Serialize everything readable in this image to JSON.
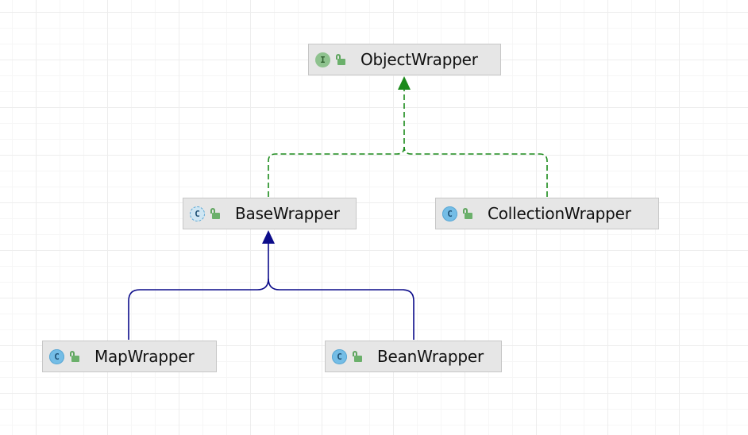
{
  "diagram": {
    "nodes": [
      {
        "id": "object-wrapper",
        "label": "ObjectWrapper",
        "kind": "interface",
        "kind_glyph": "I",
        "visibility": "public"
      },
      {
        "id": "base-wrapper",
        "label": "BaseWrapper",
        "kind": "abstract-class",
        "kind_glyph": "C",
        "visibility": "public"
      },
      {
        "id": "collection-wrapper",
        "label": "CollectionWrapper",
        "kind": "class",
        "kind_glyph": "C",
        "visibility": "public"
      },
      {
        "id": "map-wrapper",
        "label": "MapWrapper",
        "kind": "class",
        "kind_glyph": "C",
        "visibility": "public"
      },
      {
        "id": "bean-wrapper",
        "label": "BeanWrapper",
        "kind": "class",
        "kind_glyph": "C",
        "visibility": "public"
      }
    ],
    "edges": [
      {
        "from": "base-wrapper",
        "to": "object-wrapper",
        "type": "implements",
        "color": "#1a8a1a"
      },
      {
        "from": "collection-wrapper",
        "to": "object-wrapper",
        "type": "implements",
        "color": "#1a8a1a"
      },
      {
        "from": "map-wrapper",
        "to": "base-wrapper",
        "type": "extends",
        "color": "#0c0c8a"
      },
      {
        "from": "bean-wrapper",
        "to": "base-wrapper",
        "type": "extends",
        "color": "#0c0c8a"
      }
    ]
  }
}
